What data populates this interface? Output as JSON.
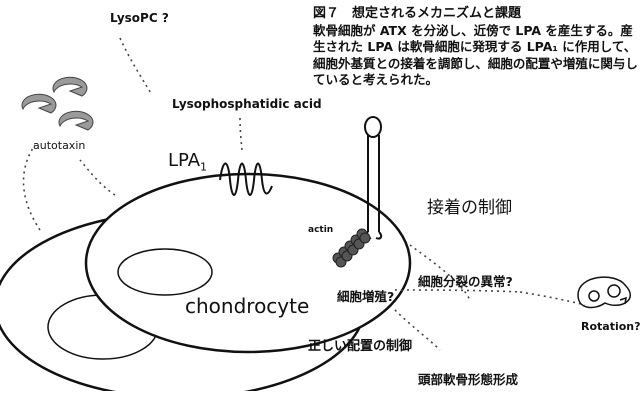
{
  "figure": {
    "title": "図７　想定されるメカニズムと課題",
    "description": "軟骨細胞が ATX を分泌し、近傍で LPA を産生する。産生された LPA は軟骨細胞に発現する LPA₁ に作用して、細胞外基質との接着を調節し、細胞の配置や増殖に関与していると考えられた。"
  },
  "labels": {
    "lysopc": "LysoPC ?",
    "lysophosphatidic_acid": "Lysophosphatidic acid",
    "autotaxin": "autotaxin",
    "lpa1_base": "LPA",
    "lpa1_sub": "1",
    "actin": "actin",
    "chondrocyte": "chondrocyte",
    "adhesion_control": "接着の制御",
    "division_abnormality": "細胞分裂の異常?",
    "proliferation": "細胞増殖?",
    "placement_control": "正しい配置の制御",
    "cranial_cartilage": "頭部軟骨形態形成",
    "rotation": "Rotation?"
  }
}
